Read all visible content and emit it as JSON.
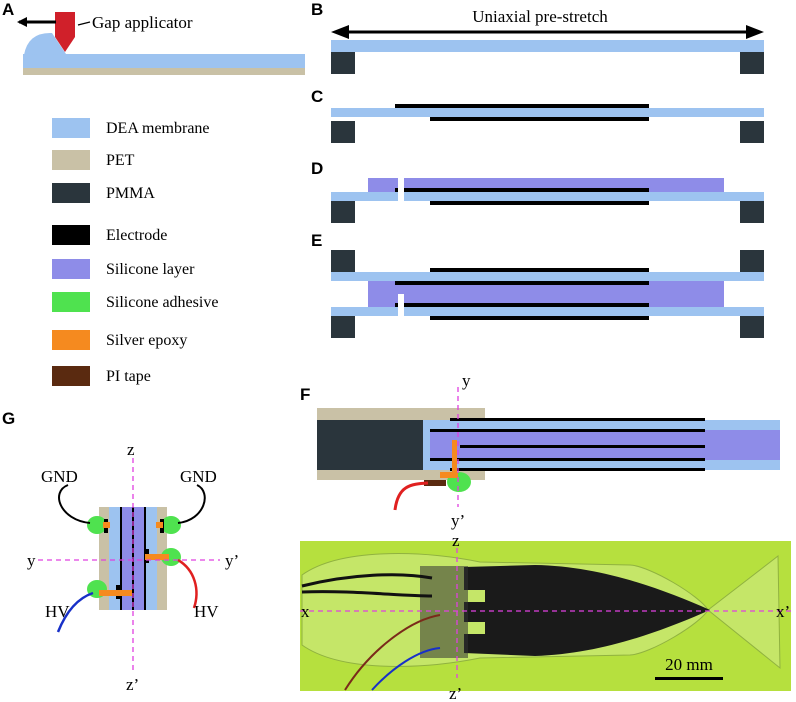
{
  "panels": {
    "a": "A",
    "b": "B",
    "c": "C",
    "d": "D",
    "e": "E",
    "f": "F",
    "g": "G"
  },
  "annotations": {
    "gap_applicator": "Gap applicator",
    "prestretch": "Uniaxial pre-stretch",
    "scale_bar": "20 mm"
  },
  "legend": [
    {
      "label": "DEA membrane",
      "color": "#9DC3F0"
    },
    {
      "label": "PET",
      "color": "#C9C1A6"
    },
    {
      "label": "PMMA",
      "color": "#2A353C"
    },
    {
      "label": "Electrode",
      "color": "#000000"
    },
    {
      "label": "Silicone layer",
      "color": "#8E8CE8"
    },
    {
      "label": "Silicone adhesive",
      "color": "#4FE24F"
    },
    {
      "label": "Silver epoxy",
      "color": "#F58A1F"
    },
    {
      "label": "PI tape",
      "color": "#5A2A10"
    }
  ],
  "axes_f": {
    "y_top": "y",
    "y_bottom": "y’"
  },
  "axes_photo": {
    "z_top": "z",
    "z_bottom": "z’",
    "x_left": "x",
    "x_right": "x’"
  },
  "axes_g": {
    "z_top": "z",
    "z_bottom": "z’",
    "y_left": "y",
    "y_right": "y’",
    "gnd_left": "GND",
    "gnd_right": "GND",
    "hv_left": "HV",
    "hv_right": "HV"
  },
  "colors": {
    "membrane": "#9DC3F0",
    "pet": "#C9C1A6",
    "pmma": "#2A353C",
    "electrode": "#000000",
    "silicone_layer": "#8E8CE8",
    "silicone_adhesive": "#4FE24F",
    "silver_epoxy": "#F58A1F",
    "pi_tape": "#5A2A10",
    "applicator": "#D0202A",
    "axis_line": "#E040E0",
    "photo_bg": "#B6E03E",
    "hv_wire": "#E02020",
    "hv_wire_g": "#1830C8"
  }
}
